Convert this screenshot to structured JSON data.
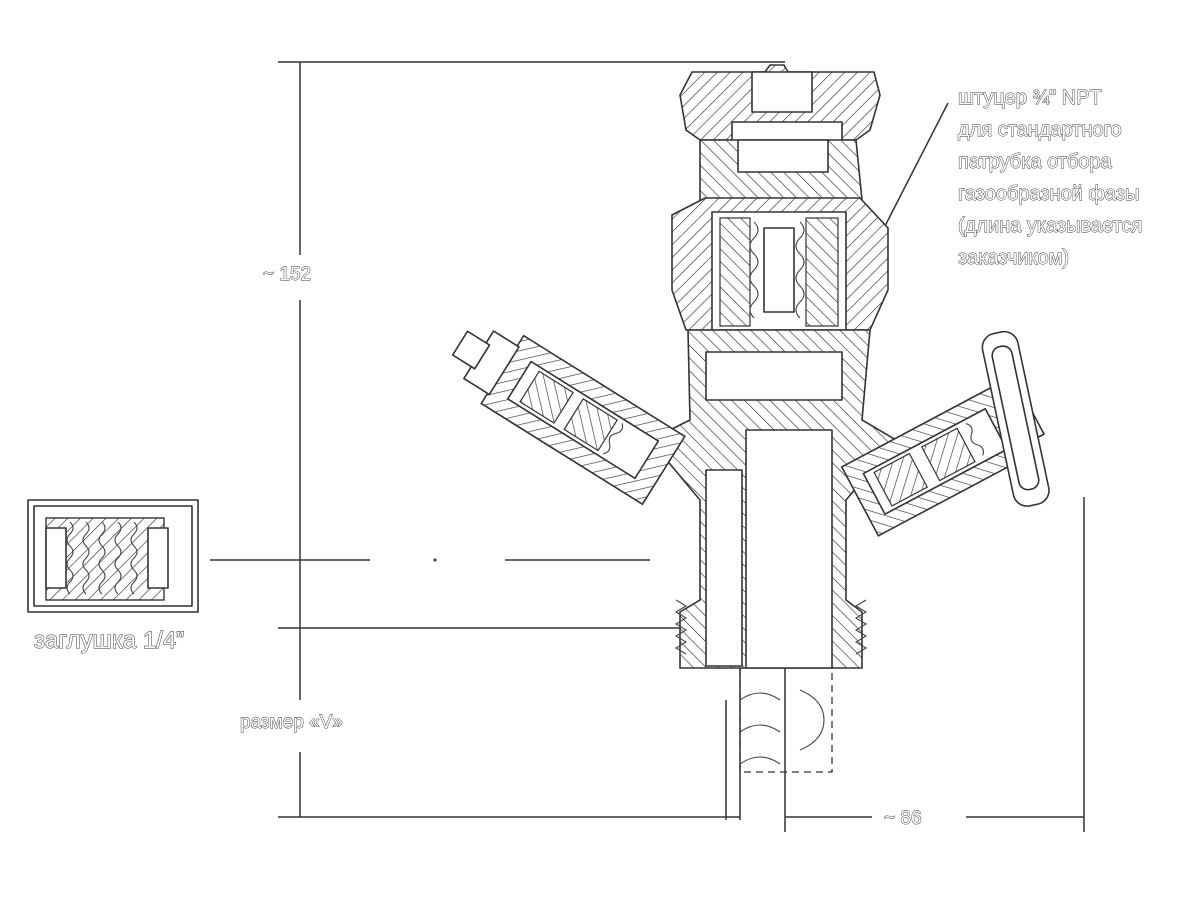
{
  "drawing": {
    "dimensions": {
      "height": "~ 152",
      "width": "~ 86",
      "size_v": "размер «V»"
    },
    "plug_label": "заглушка 1/4”",
    "callout": {
      "lines": [
        "штуцер ¾\" NPT",
        "для стандартного",
        "патрубка отбора",
        "газообразной фазы",
        "(длина указывается",
        "заказчиком)"
      ]
    }
  }
}
